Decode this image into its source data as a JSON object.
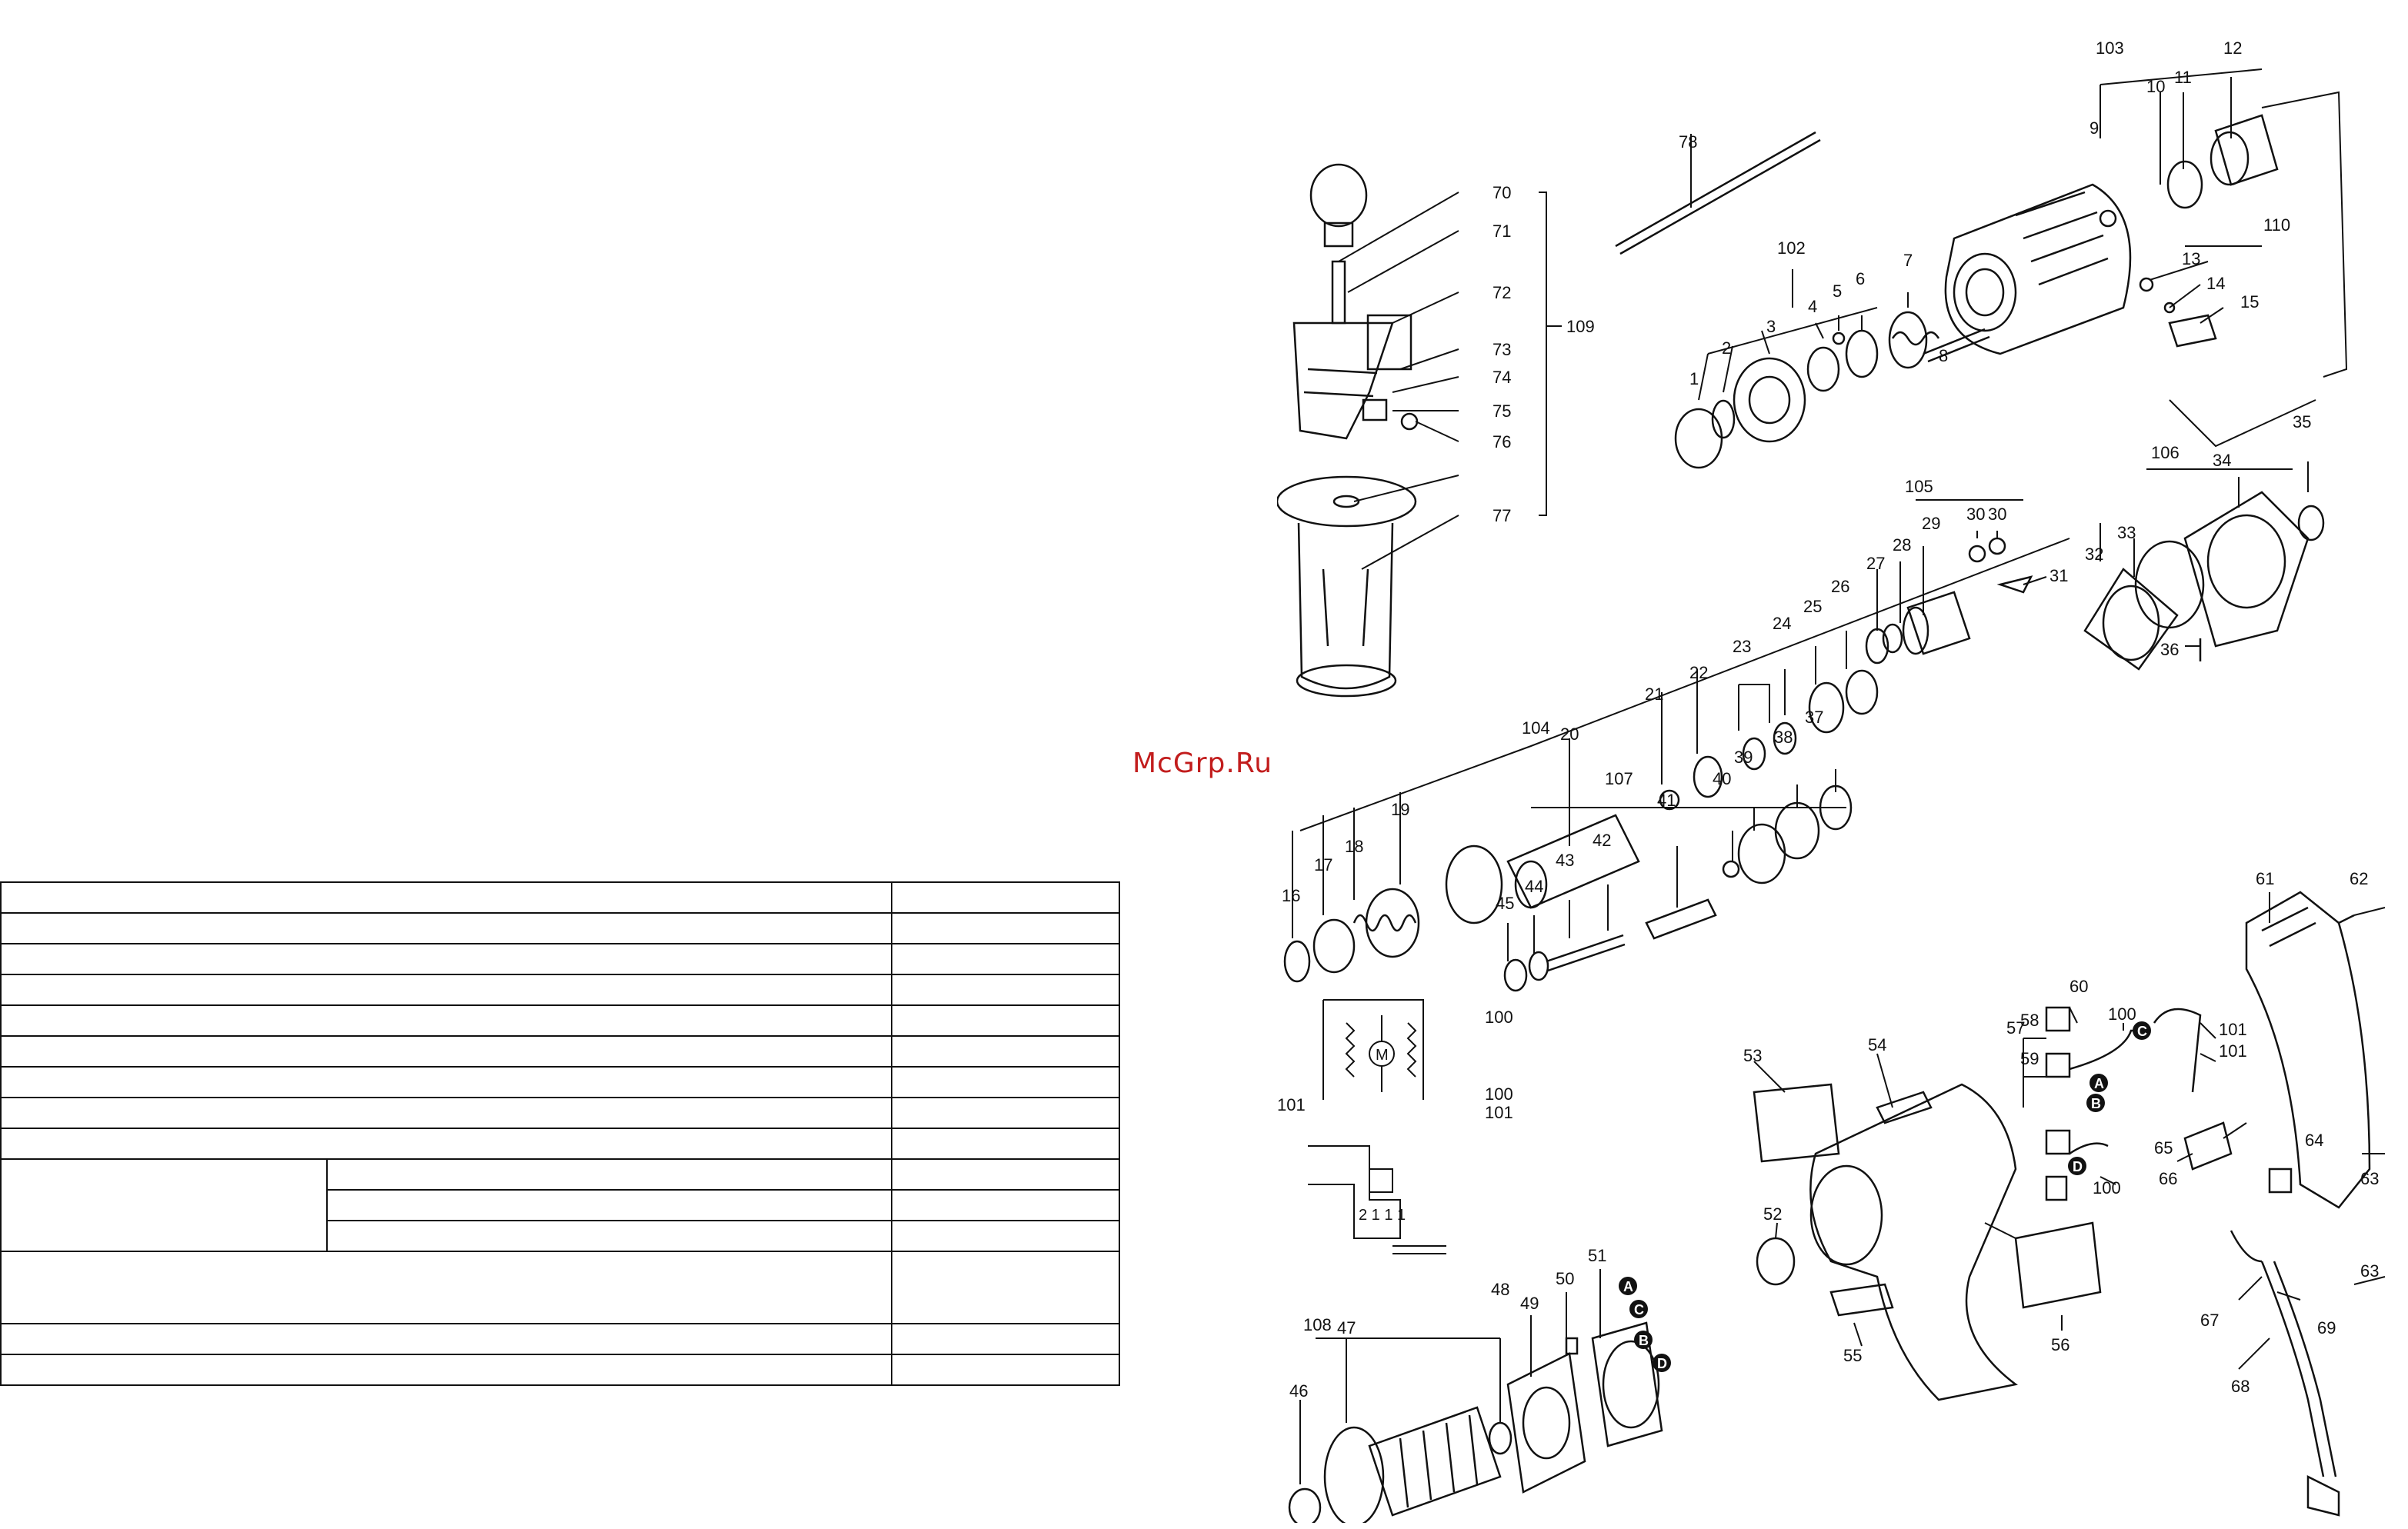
{
  "watermark": "McGrp.Ru",
  "table": {
    "rows": [
      {
        "cells": [
          "",
          ""
        ]
      },
      {
        "cells": [
          "",
          ""
        ]
      },
      {
        "cells": [
          "",
          ""
        ]
      },
      {
        "cells": [
          "",
          ""
        ]
      },
      {
        "cells": [
          "",
          ""
        ]
      },
      {
        "cells": [
          "",
          ""
        ]
      },
      {
        "cells": [
          "",
          ""
        ]
      },
      {
        "cells": [
          "",
          ""
        ]
      },
      {
        "cells": [
          "",
          ""
        ]
      },
      {
        "cells": [
          "",
          "",
          ""
        ]
      },
      {
        "cells": [
          "",
          ""
        ]
      },
      {
        "cells": [
          "",
          ""
        ]
      },
      {
        "cells": [
          "",
          ""
        ]
      },
      {
        "cells": [
          "",
          ""
        ]
      },
      {
        "cells": [
          "",
          ""
        ]
      }
    ]
  },
  "diagram": {
    "labels": {
      "l70": "70",
      "l71": "71",
      "l72": "72",
      "l73": "73",
      "l74": "74",
      "l75": "75",
      "l76": "76",
      "l77": "77",
      "l109": "109",
      "l78": "78",
      "l102": "102",
      "l1": "1",
      "l2": "2",
      "l3": "3",
      "l4": "4",
      "l5": "5",
      "l6": "6",
      "l7": "7",
      "l8": "8",
      "l103": "103",
      "l9": "9",
      "l10": "10",
      "l11": "11",
      "l12": "12",
      "l110": "110",
      "l13": "13",
      "l14": "14",
      "l15": "15",
      "l105": "105",
      "l27": "27",
      "l28": "28",
      "l29": "29",
      "l30a": "30",
      "l30b": "30",
      "l31": "31",
      "l106": "106",
      "l32": "32",
      "l33": "33",
      "l34": "34",
      "l35": "35",
      "l36": "36",
      "l104": "104",
      "l16": "16",
      "l17": "17",
      "l18": "18",
      "l19": "19",
      "l20": "20",
      "l21": "21",
      "l22": "22",
      "l23": "23",
      "l24": "24",
      "l25": "25",
      "l26": "26",
      "l107": "107",
      "l37": "37",
      "l38": "38",
      "l39": "39",
      "l40": "40",
      "l41": "41",
      "l42": "42",
      "l43": "43",
      "l44": "44",
      "l45": "45",
      "l100a": "100",
      "l100b": "100",
      "l101a": "101",
      "l101b": "101",
      "l61": "61",
      "l62": "62",
      "l63a": "63",
      "l63b": "63",
      "l64": "64",
      "l65": "65",
      "l66": "66",
      "l67": "67",
      "l68": "68",
      "l69": "69",
      "l57": "57",
      "l58": "58",
      "l59": "59",
      "l60": "60",
      "l100c": "100",
      "l101c": "101",
      "l101d": "101",
      "l100d": "100",
      "l53": "53",
      "l54": "54",
      "l52": "52",
      "l55": "55",
      "l56": "56",
      "l108": "108",
      "l46": "46",
      "l47": "47",
      "l48": "48",
      "l49": "49",
      "l50": "50",
      "l51": "51",
      "cA1": "A",
      "cB1": "B",
      "cC1": "C",
      "cD1": "D",
      "cA2": "A",
      "cB2": "B",
      "cC2": "C",
      "cD2": "D",
      "motor": "M",
      "term": "2 1 1 1"
    }
  }
}
